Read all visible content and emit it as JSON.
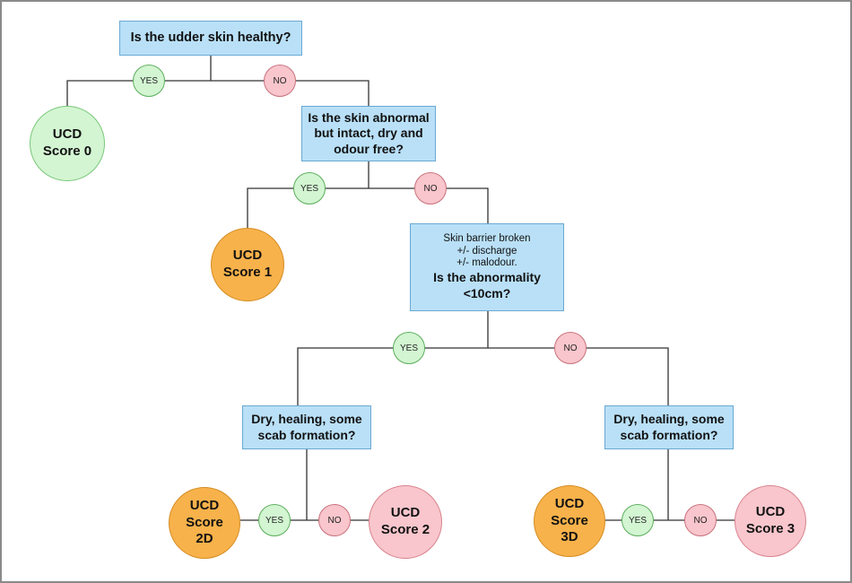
{
  "questions": {
    "q1": "Is the udder skin healthy?",
    "q2": "Is the skin abnormal but intact, dry and odour free?",
    "q3_note_1": "Skin barrier broken",
    "q3_note_2": "+/- discharge",
    "q3_note_3": "+/- malodour.",
    "q3_main": "Is the abnormality <10cm?",
    "q4_left": "Dry, healing, some scab formation?",
    "q4_right": "Dry, healing, some scab formation?"
  },
  "outcomes": {
    "score0": "UCD Score 0",
    "score1": "UCD Score 1",
    "score2d": "UCD Score 2D",
    "score2": "UCD Score 2",
    "score3d": "UCD Score 3D",
    "score3": "UCD Score 3"
  },
  "labels": {
    "yes": "YES",
    "no": "NO"
  },
  "colors": {
    "question_fill": "#b9e0f7",
    "yes_fill": "#d3f5d2",
    "no_fill": "#f8c6cc",
    "orange_fill": "#f8b24b",
    "line": "#333333"
  }
}
